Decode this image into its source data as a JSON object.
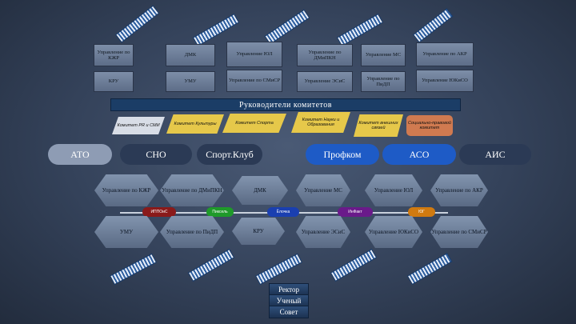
{
  "top_boxes": [
    "Управление по КЖР",
    "ДМК",
    "Управление ЮЛ",
    "Управление по ДМиПКН",
    "Управление МС",
    "Управление по АКР"
  ],
  "mid_boxes": [
    "КРУ",
    "УМУ",
    "Управление по СМиСР",
    "Управление ЭСиС",
    "Управление по ПиДП",
    "Управление ЮКиСО"
  ],
  "band_title": "Руководители комитетов",
  "committees": [
    "Комитет PR и СМИ",
    "Комитет Культуры",
    "Комитет Спорта",
    "Комитет Науки и Образования",
    "Комитет внешних связей",
    "Социально-правовой комитет"
  ],
  "orgs": [
    "АТО",
    "СНО",
    "Спорт.Клуб",
    "Профком",
    "АСО",
    "АИС"
  ],
  "bottom_hex_top": [
    "Управление по КЖР",
    "Управление по ДМиПКН",
    "ДМК",
    "Управление МС",
    "Управление ЮЛ",
    "Управление по АКР"
  ],
  "bottom_hex_bot": [
    "УМУ",
    "Управление по ПиДП",
    "КРУ",
    "Управление ЭСиС",
    "Управление ЮКиСО",
    "Управление по СМиСР"
  ],
  "pills": [
    "ИППОиС",
    "Пиксель",
    "Ёлочка",
    "ИнФакт",
    "ЮГ"
  ],
  "rector": [
    "Ректор",
    "Ученый",
    "Совет"
  ],
  "colors": {
    "band": "#1b3d66",
    "yellow": "#e6c84a",
    "blue_btn": "#1e5bc6",
    "pill_red": "#8a1a1a",
    "pill_green": "#1f9a2a",
    "pill_blue": "#1a3fb0",
    "pill_purple": "#6a1a8a",
    "pill_orange": "#d07a10"
  }
}
